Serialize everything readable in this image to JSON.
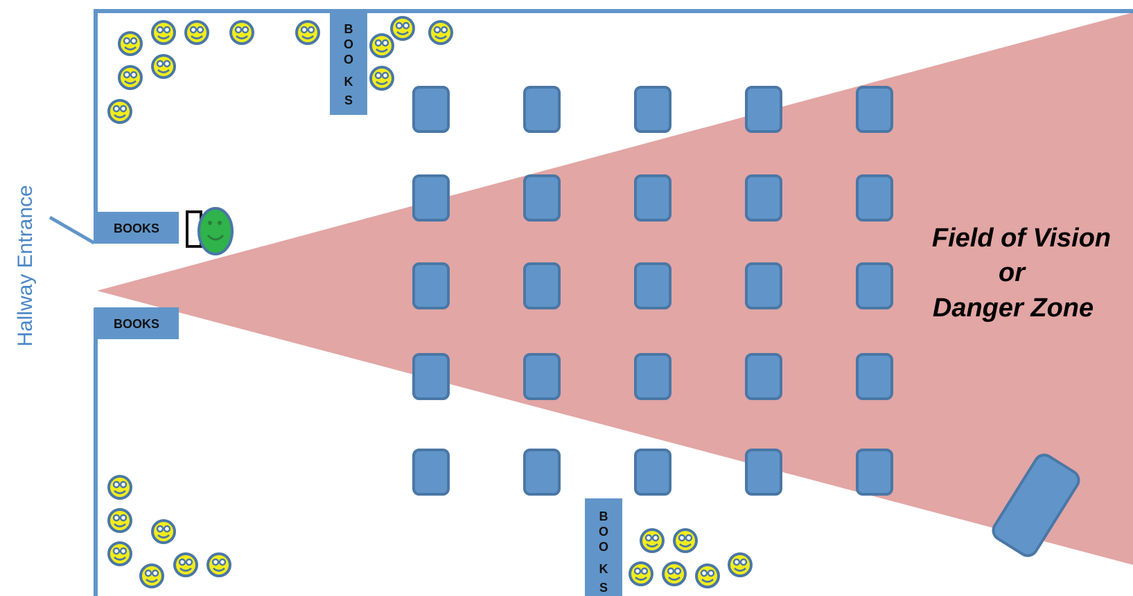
{
  "entrance_label": "Hallway Entrance",
  "zone_label": {
    "line1": "Field of Vision",
    "line2": "or",
    "line3": "Danger Zone"
  },
  "shelves": {
    "left_top": "BOOKS",
    "left_bottom": "BOOKS",
    "top_vertical": [
      "B",
      "O",
      "O",
      "K",
      "S"
    ],
    "bottom_vertical": [
      "B",
      "O",
      "O",
      "K",
      "S"
    ]
  },
  "colors": {
    "desk": "#6195c9",
    "zone": "#e2a6a4",
    "wall": "#6195c9",
    "student": "#f2ec1c",
    "teacher": "#2fb34a",
    "entrance_text": "#4a86c5"
  },
  "teacher_icon": "teacher-smiley-icon",
  "student_icon": "student-smiley-icon"
}
